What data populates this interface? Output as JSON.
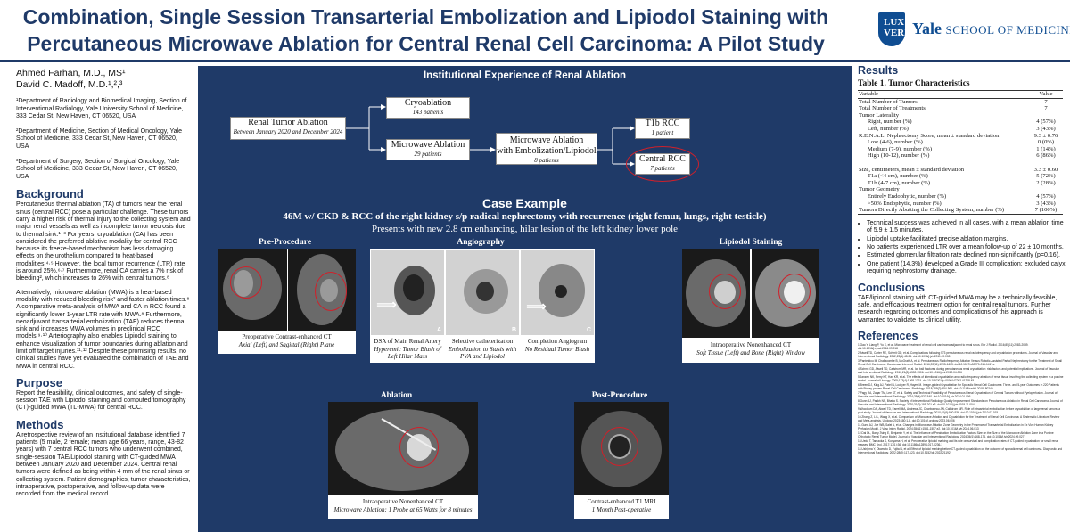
{
  "header": {
    "title_line1": "Combination, Single Session Transarterial Embolization and Lipiodol Staining with",
    "title_line2": "Percutaneous Microwave Ablation for Central Renal Cell Carcinoma: A Pilot Study",
    "logo_name": "Yale",
    "logo_school": "SCHOOL OF MEDICINE",
    "logo_crest_text": "LUX ET VERITAS"
  },
  "authors": {
    "author1": "Ahmed Farhan, M.D., MS¹",
    "author2": "David C. Madoff, M.D.¹,²,³",
    "affiliations": [
      "¹Department of Radiology and Biomedical Imaging, Section of Interventional Radiology, Yale University School of Medicine, 333 Cedar St, New Haven, CT 06520, USA",
      "²Department of Medicine, Section of Medical Oncology, Yale School of Medicine, 333 Cedar St, New Haven, CT 06520, USA",
      "³Department of Surgery, Section of Surgical Oncology, Yale School of Medicine, 333 Cedar St, New Haven, CT 06520, USA"
    ]
  },
  "background": {
    "heading": "Background",
    "p1": "Percutaneous thermal ablation (TA) of tumors near the renal sinus (central RCC) pose a particular challenge. These tumors carry a higher risk of thermal injury to the collecting system and major renal vessels as well as incomplete tumor necrosis due to thermal sink.¹⁻³ For years, cryoablation (CA) has been considered the preferred ablative modality for central RCC because its freeze-based mechanism has less damaging effects on the urothelium compared to heat-based modalities.⁴·⁵ However, the local tumor recurrence (LTR) rate is around 25%.⁶·⁷ Furthermore, renal CA carries a 7% risk of bleeding², which increases to 26% with central tumors.⁸",
    "p2": "Alternatively, microwave ablation (MWA) is a heat-based modality with reduced bleeding risk² and faster ablation times.⁸ A comparative meta-analysis of MWA and CA in RCC found a significantly lower 1-year LTR rate with MWA.⁸ Furthermore, neoadjuvant transarterial embolization (TAE) reduces thermal sink and increases MWA volumes in preclinical RCC models.⁹·¹⁰ Arteriography also enables Lipiodol staining to enhance visualization of tumor boundaries during ablation and limit off target injuries.¹¹·¹² Despite these promising results, no clinical studies have yet evaluated the combination of TAE and MWA in central RCC."
  },
  "purpose": {
    "heading": "Purpose",
    "p1": "Report the feasibility, clinical outcomes, and safety of single-session TAE with Lipiodol staining and computed tomography (CT)-guided MWA (TL-MWA) for central RCC."
  },
  "methods": {
    "heading": "Methods",
    "p1": "A retrospective review of an institutional database identified 7 patients (5 male, 2 female; mean age 66 years, range, 43-82 years) with 7 central RCC tumors who underwent combined, single-session TAE/Lipiodol staining with CT-guided MWA between January 2020 and December 2024. Central renal tumors were defined as being within 4 mm of the renal sinus or collecting system. Patient demographics, tumor characteristics, intraoperative, postoperative, and follow-up data were recorded from the medical record."
  },
  "institutional": {
    "title": "Institutional Experience of Renal Ablation",
    "renal_title": "Renal Tumor Ablation",
    "renal_sub": "Between January 2020 and December 2024",
    "cryo_title": "Cryoablation",
    "cryo_sub": "143 patients",
    "mwa_title": "Microwave Ablation",
    "mwa_sub": "29 patients",
    "emb_title1": "Microwave Ablation",
    "emb_title2": "with Embolization/Lipiodol",
    "emb_sub": "8 patients",
    "t1b_title": "T1b RCC",
    "t1b_sub": "1 patient",
    "central_title": "Central RCC",
    "central_sub": "7 patients"
  },
  "case": {
    "heading": "Case Example",
    "subtitle": "46M w/ CKD & RCC of the right kidney s/p radical nephrectomy with recurrence (right femur, lungs, right testicle)",
    "subtitle2": "Presents with new 2.8 cm enhancing, hilar lesion of the left kidney lower pole",
    "pre_label": "Pre-Procedure",
    "pre_cap1": "Preoperative Contrast-enhanced CT",
    "pre_cap2": "Axial (Left) and Sagittal (Right) Plane",
    "angio_label": "Angiography",
    "angio_a_cap1": "DSA of Main Renal Artery",
    "angio_a_cap2": "Hyperemic Tumor Blush of Left Hilar Mass",
    "angio_b_cap1": "Selective catheterization",
    "angio_b_cap2": "Embolization to Stasis with PVA and Lipiodol",
    "angio_c_cap1": "Completion Angiogram",
    "angio_c_cap2": "No Residual Tumor Blush",
    "letter_a": "A",
    "letter_b": "B",
    "letter_c": "C",
    "lip_label": "Lipiodol Staining",
    "lip_cap1": "Intraoperative Nonenhanced CT",
    "lip_cap2": "Soft Tissue (Left) and Bone (Right) Window",
    "abl_label": "Ablation",
    "abl_cap1": "Intraoperative Nonenhanced CT",
    "abl_cap2": "Microwave Ablation: 1 Probe at 65 Watts for 8 minutes",
    "post_label": "Post-Procedure",
    "post_cap1": "Contrast-enhanced T1 MRI",
    "post_cap2": "1 Month Post-operative"
  },
  "results": {
    "heading": "Results",
    "table_title": "Table 1. Tumor Characteristics",
    "col_variable": "Variable",
    "col_value": "Value",
    "rows": [
      {
        "label": "Total Number of Tumors",
        "value": "7"
      },
      {
        "label": "Total Number of Treatments",
        "value": "7"
      },
      {
        "label": "Tumor Laterality",
        "value": ""
      },
      {
        "label": "      Right, number (%)",
        "value": "4 (57%)"
      },
      {
        "label": "      Left, number (%)",
        "value": "3 (43%)"
      },
      {
        "label": "R.E.N.A.L. Nephrectomy Score, mean ± standard deviation",
        "value": "9.3 ± 0.76"
      },
      {
        "label": "      Low (4-6), number (%)",
        "value": "0 (0%)"
      },
      {
        "label": "      Medium (7-9), number (%)",
        "value": "1 (14%)"
      },
      {
        "label": "      High (10-12), number (%)",
        "value": "6 (86%)"
      },
      {
        "label": " ",
        "value": ""
      },
      {
        "label": "Size, centimeters, mean ± standard deviation",
        "value": "3.3 ± 0.60"
      },
      {
        "label": "      T1a (<4 cm), number (%)",
        "value": "5 (72%)"
      },
      {
        "label": "      T1b (4-7 cm), number (%)",
        "value": "2 (28%)"
      },
      {
        "label": "Tumor Geometry",
        "value": ""
      },
      {
        "label": "      Entirely Endophytic, number (%)",
        "value": "4 (57%)"
      },
      {
        "label": "      >50% Endophytic, number (%)",
        "value": "3 (43%)"
      },
      {
        "label": "Tumors Directly Abutting the Collecting System, number (%)",
        "value": "7 (100%)"
      }
    ],
    "bullets": [
      "Technical success was achieved in all cases, with a mean ablation time of 5.9 ± 1.5 minutes.",
      "Lipiodol uptake facilitated precise ablation margins.",
      "No patients experienced LTR over a mean follow-up of 22 ± 10 months.",
      "Estimated glomerular filtration rate declined non-significantly (p=0.16).",
      "One patient (14.3%) developed a Grade III complication: excluded calyx requiring nephrostomy drainage."
    ]
  },
  "conclusions": {
    "heading": "Conclusions",
    "p1": "TAE/lipiodol staining with CT-guided MWA may be a technically feasible, safe, and efficacious treatment option for central renal tumors. Further research regarding outcomes and complications of this approach is warranted to validate its clinical utility."
  },
  "references": {
    "heading": "References",
    "items": [
      "1.Gao Y, Liang P, Yu X, et al. Microwave treatment of renal cell carcinoma adjacent to renal sinus. Eur J Radiol. 2016;85(11):2083-2089. doi:10.1016/j.ejrad.2016.09.018",
      "2.Atwell TD, Carter RE, Schmit GD, et al. Complications following 573 percutaneous renal radiofrequency and cryoablation procedures. Journal of Vascular and Interventional Radiology. 2012;23(1):48-54. doi:10.1016/j.jvir.2011.09.008",
      "3.Pantelidou M, Challacombe B, McGrath A, et al. Percutaneous Radiofrequency Ablation Versus Robotic-Assisted Partial Nephrectomy for the Treatment of Small Renal Cell Carcinoma. Cardiovasc Intervent Radiol. 2016;39(11):1595-1603. doi:10.1007/s00270-016-1417-z",
      "4.Schmit GD, Atwell TD, Callstrom MR, et al. Ice ball fractures during percutaneous renal cryoablation: risk factors and potential implications. Journal of Vascular and Interventional Radiology. 2010;21(8):1302-1306. doi:10.1016/j.jvir.2010.04.006",
      "5.Janzen NK, Perry KT, Han KR, et al. The effects of intentional cryoablation and radio frequency ablation of renal tissue involving the collecting system in a porcine model. Journal of Urology. 2005;173(4):1368-1374. doi:10.1097/01.ju.0000147202.41208.45",
      "6.Breen DJ, King AJ, Patel N, Lockyer R, Hayes M. Image-guided Cryoablation for Sporadic Renal Cell Carcinoma: Three- and 5-year Outcomes in 220 Patients with Biopsy-proven Renal Cell Carcinoma. Radiology. 2018;289(2):554-561. doi:10.1148/radiol.2018180249",
      "7.Pagy RA, Zagar TM, Lee ST, et al. Safety and Technical Feasibility of Percutaneous Renal Cryoablation of Central Tumors without Pyeloperfusion. Journal of Vascular and Interventional Radiology. 2024;35(4):533-540. doi:10.1016/j.jvir.2024.01.006",
      "8.Gunn AJ, Parikh NS, Bhatia S. Society of Interventional Radiology Quality Improvement Standards on Percutaneous Ablation in Renal Cell Carcinoma. Journal of Vascular and Interventional Radiology. 2020;31(2):195-201.e3. doi:10.1016/j.jvir.2019.11.004",
      "9.Woodrum DA, Atwell TD, Farrell MA, Andrews JC, Charboneau JW, Callstrom MR. Role of intraarterial embolization before cryoablation of large renal tumors: a pilot study. Journal of Vascular and Interventional Radiology. 2010;21(6):930-936. doi:10.1016/j.jvir.2010.02.015",
      "10.Zhang Z, Li L, Wang X, et al. Comparison of Microwave Ablation and Cryoablation for the Treatment of Renal Cell Carcinoma: A Systematic Literature Review and Meta-analysis. Urology. 2023;180:1-8. doi:10.1016/j.urology.2023.06.006",
      "11.Gunn AJ, Joe WB, Salei A, et al. Changes in Microwave Ablation Zone Geometry in the Presence of Transarterial Embolization in Ex Vivo Human Kidney Perfusion Model. J Vasc Interv Radiol. 2024;35(11):1551-1557.e2. doi:10.1016/j.jvir.2024.06.013",
      "12.Dai DL, Barry-Tsing E, Benjamin Y, et al. The Influence of Preablation Embolization Factors Size on the Size of the Microwave Ablation Zone in a Porcine Orthotopic Renal Tumor Model. Journal of Vascular and Interventional Radiology. 2024;36(1):168-174. doi:10.1016/j.jvir.2024.09.027",
      "13.Ueda T, Tamaoka S, Kuriyama H, et al. Preoperative lipiodol marking and its role on survival and complication rates of CT-guided cryoablation for small renal masses. BMC Urol. 2017;17(1):36. doi:10.1186/s12894-017-0236-1",
      "14.Ushijima Y, Okamoto D, Fujita N, et al. Effect of lipiodol marking before CT-guided cryoablation on the outcome of sporadic renal cell carcinoma. Diagnostic and Interventional Radiology. 2022;28(2):117-123. doi:10.5152/dir.2022.21192"
    ]
  },
  "colors": {
    "navy": "#1f3a68",
    "red_ring": "#d0202a",
    "yale_blue": "#0f4d92"
  }
}
